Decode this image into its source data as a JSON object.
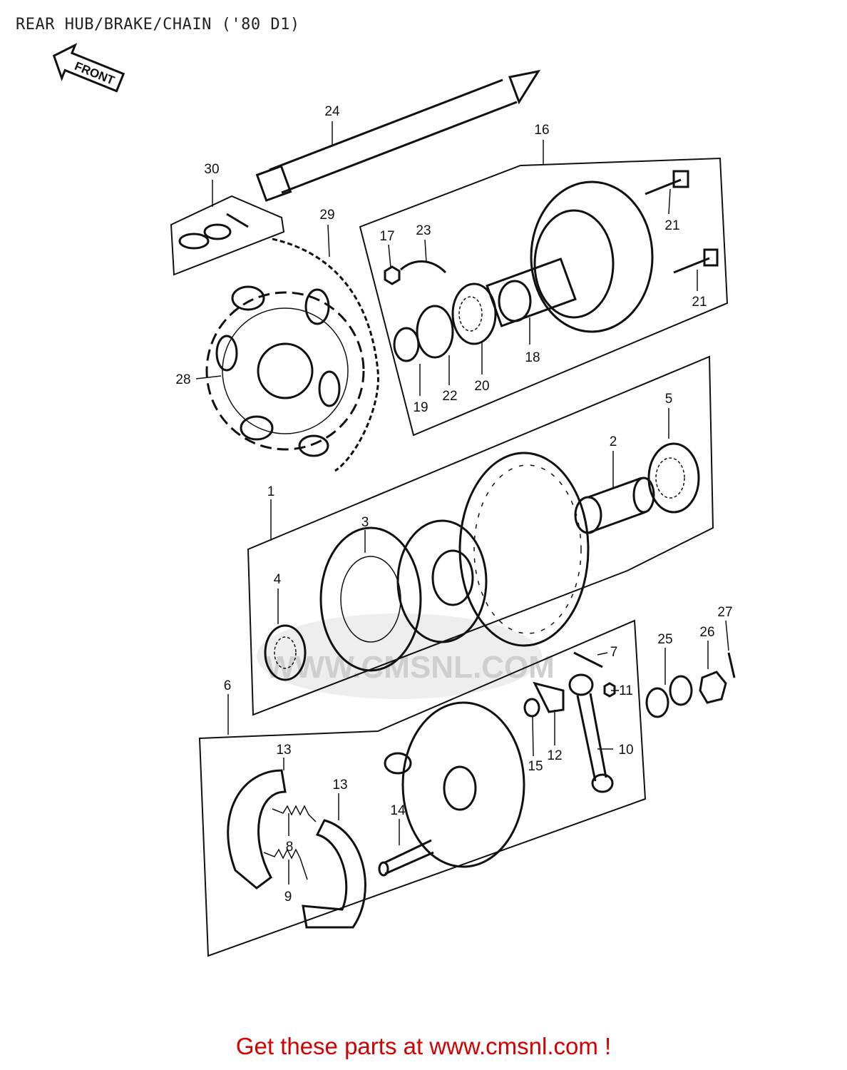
{
  "title": "REAR HUB/BRAKE/CHAIN ('80 D1)",
  "front_arrow_label": "FRONT",
  "footer_cta": "Get these parts at www.cmsnl.com !",
  "watermark": "WWW.CMSNL.COM",
  "callouts": [
    "1",
    "2",
    "3",
    "4",
    "5",
    "6",
    "7",
    "8",
    "9",
    "10",
    "11",
    "12",
    "13",
    "13",
    "14",
    "15",
    "16",
    "17",
    "18",
    "19",
    "20",
    "21",
    "21",
    "22",
    "23",
    "24",
    "25",
    "26",
    "27",
    "28",
    "29",
    "30"
  ]
}
